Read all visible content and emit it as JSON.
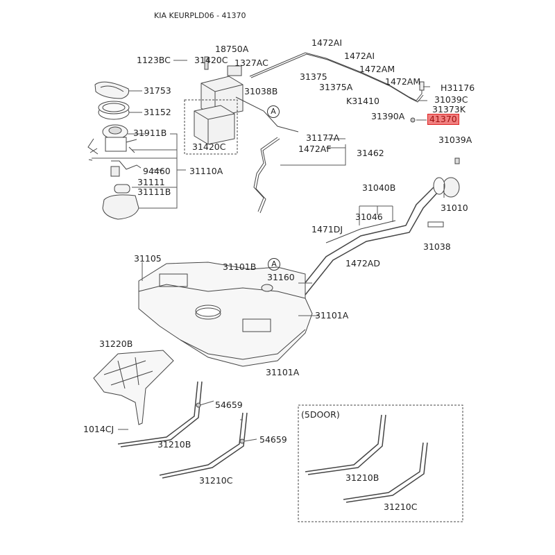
{
  "title": "KIA KEURPLD06 - 41370",
  "highlight_color": "#f08080",
  "section_label": "(5DOOR)",
  "ref_marker": "A",
  "labels": {
    "p1123BC": "1123BC",
    "p18750A": "18750A",
    "p31420C_top": "31420C",
    "p1327AC": "1327AC",
    "p31753": "31753",
    "p31038B": "31038B",
    "p31152": "31152",
    "p31911B": "31911B",
    "p31420C_box": "31420C",
    "p94460": "94460",
    "p31110A": "31110A",
    "p31111": "31111",
    "p31111B": "31111B",
    "p1472AI_1": "1472AI",
    "p1472AI_2": "1472AI",
    "p31375": "31375",
    "p31375A": "31375A",
    "p1472AM_1": "1472AM",
    "p1472AM_2": "1472AM",
    "pK31410": "K31410",
    "pH31176": "H31176",
    "p31039C": "31039C",
    "p31373K": "31373K",
    "p31390A": "31390A",
    "p41370": "41370",
    "p31177A": "31177A",
    "p1472AF": "1472AF",
    "p31462": "31462",
    "p31039A": "31039A",
    "p31040B": "31040B",
    "p31010": "31010",
    "p31046": "31046",
    "p1471DJ": "1471DJ",
    "p31038": "31038",
    "p1472AD": "1472AD",
    "p31105": "31105",
    "p31101B": "31101B",
    "p31160": "31160",
    "p31101A_1": "31101A",
    "p31101A_2": "31101A",
    "p31220B": "31220B",
    "p54659_1": "54659",
    "p54659_2": "54659",
    "p1014CJ": "1014CJ",
    "p31210B": "31210B",
    "p31210C": "31210C",
    "p31210B_5d": "31210B",
    "p31210C_5d": "31210C"
  }
}
